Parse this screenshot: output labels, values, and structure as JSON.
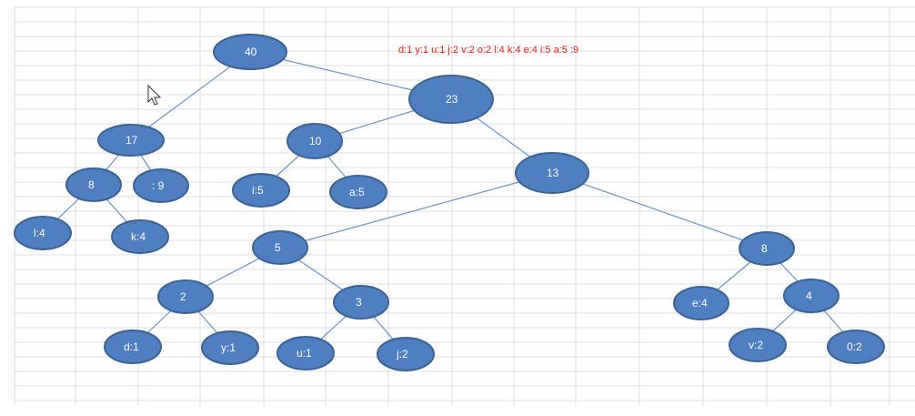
{
  "frequency_list": "d:1 y:1 u:1 j:2 v:2 o:2 l:4 k:4 e:4 i:5 a:5  :9",
  "colors": {
    "node_fill": "#4f7fc0",
    "node_stroke": "#3a6394",
    "edge": "#6a93c9",
    "text": "#ffffff",
    "freq_text": "#e0201b",
    "grid": "#dcdcdc"
  },
  "nodes": [
    {
      "id": "n40",
      "label": "40"
    },
    {
      "id": "n17",
      "label": "17"
    },
    {
      "id": "n23",
      "label": "23"
    },
    {
      "id": "n8a",
      "label": "8"
    },
    {
      "id": "nsp",
      "label": ": 9"
    },
    {
      "id": "n10",
      "label": "10"
    },
    {
      "id": "n13",
      "label": "13"
    },
    {
      "id": "nl4",
      "label": "l:4"
    },
    {
      "id": "nk4",
      "label": "k:4"
    },
    {
      "id": "ni5",
      "label": "i:5"
    },
    {
      "id": "na5",
      "label": "a:5"
    },
    {
      "id": "n5",
      "label": "5"
    },
    {
      "id": "n8b",
      "label": "8"
    },
    {
      "id": "n2",
      "label": "2"
    },
    {
      "id": "n3",
      "label": "3"
    },
    {
      "id": "ne4",
      "label": "e:4"
    },
    {
      "id": "n4",
      "label": "4"
    },
    {
      "id": "nd1",
      "label": "d:1"
    },
    {
      "id": "ny1",
      "label": "y:1"
    },
    {
      "id": "nu1",
      "label": "u:1"
    },
    {
      "id": "nj2",
      "label": "j:2"
    },
    {
      "id": "nv2",
      "label": "v:2"
    },
    {
      "id": "no2",
      "label": "0:2"
    }
  ],
  "edges": [
    [
      "n40",
      "n17"
    ],
    [
      "n40",
      "n23"
    ],
    [
      "n17",
      "n8a"
    ],
    [
      "n17",
      "nsp"
    ],
    [
      "n8a",
      "nl4"
    ],
    [
      "n8a",
      "nk4"
    ],
    [
      "n23",
      "n10"
    ],
    [
      "n23",
      "n13"
    ],
    [
      "n10",
      "ni5"
    ],
    [
      "n10",
      "na5"
    ],
    [
      "n13",
      "n5"
    ],
    [
      "n13",
      "n8b"
    ],
    [
      "n5",
      "n2"
    ],
    [
      "n5",
      "n3"
    ],
    [
      "n2",
      "nd1"
    ],
    [
      "n2",
      "ny1"
    ],
    [
      "n3",
      "nu1"
    ],
    [
      "n3",
      "nj2"
    ],
    [
      "n8b",
      "ne4"
    ],
    [
      "n8b",
      "n4"
    ],
    [
      "n4",
      "nv2"
    ],
    [
      "n4",
      "no2"
    ]
  ]
}
